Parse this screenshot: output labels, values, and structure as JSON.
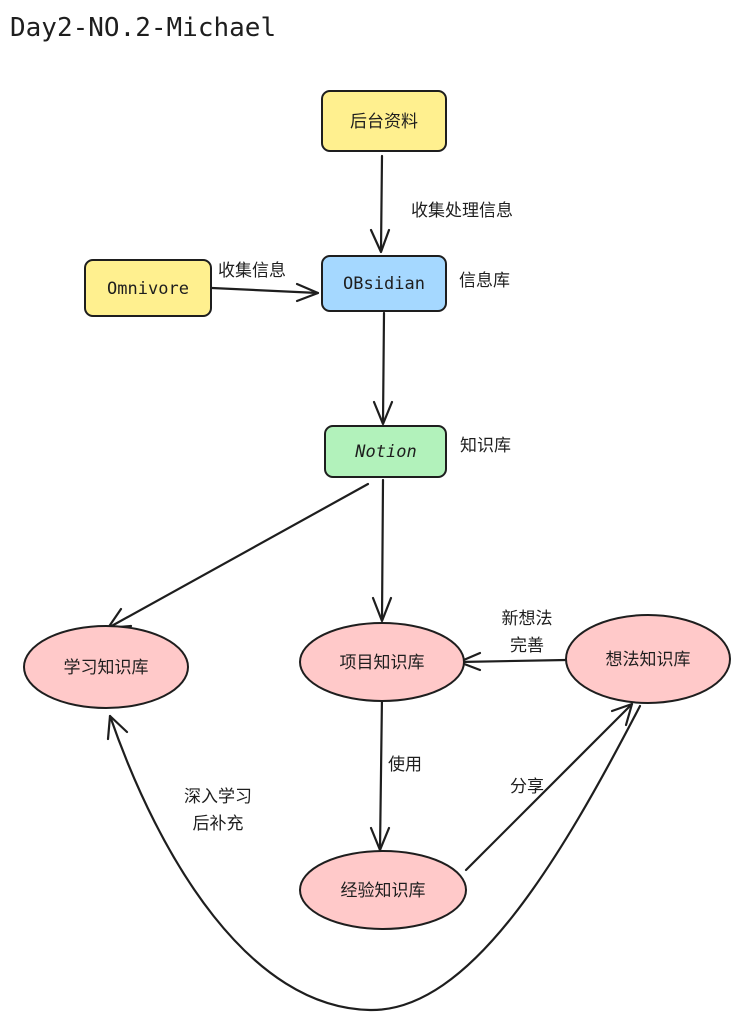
{
  "title": "Day2-NO.2-Michael",
  "colors": {
    "yellow": "#fff08f",
    "blue": "#a5d8ff",
    "green": "#b2f2bb",
    "pink": "#ffc9c9",
    "stroke": "#1e1e1e"
  },
  "nodes": {
    "houtai": "后台资料",
    "omnivore": "Omnivore",
    "obsidian": "OBsidian",
    "notion": "Notion",
    "xuexi": "学习知识库",
    "xiangmu": "项目知识库",
    "xiangfa": "想法知识库",
    "jingyan": "经验知识库"
  },
  "labels": {
    "collect_process": "收集处理信息",
    "collect_info": "收集信息",
    "obsidian_note": "信息库",
    "notion_note": "知识库",
    "new_idea_line1": "新想法",
    "new_idea_line2": "完善",
    "use": "使用",
    "share": "分享",
    "deep_line1": "深入学习",
    "deep_line2": "后补充"
  }
}
